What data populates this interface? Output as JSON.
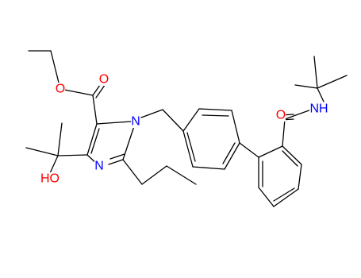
{
  "diagram": {
    "type": "skeletal-structure",
    "atom_labels": [
      {
        "id": "O_ester_carbonyl",
        "text": "O",
        "color": "#ff0000"
      },
      {
        "id": "O_ester_ether",
        "text": "O",
        "color": "#ff0000"
      },
      {
        "id": "N1",
        "text": "N",
        "color": "#0000ff"
      },
      {
        "id": "N3",
        "text": "N",
        "color": "#0000ff"
      },
      {
        "id": "OH",
        "text": "HO",
        "color": "#ff0000"
      },
      {
        "id": "O_amide",
        "text": "O",
        "color": "#ff0000"
      },
      {
        "id": "NH_amide",
        "text": "NH",
        "color": "#0000ff"
      }
    ]
  },
  "colors": {
    "bond": "#000000",
    "oxygen": "#ff0000",
    "nitrogen": "#0000ff",
    "background": "#ffffff"
  }
}
